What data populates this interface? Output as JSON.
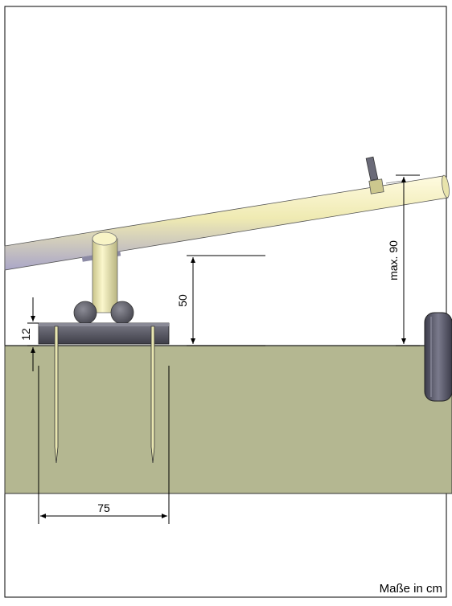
{
  "labels": {
    "dim_height_base": "12",
    "dim_height_pivot": "50",
    "dim_height_max": "max. 90",
    "dim_width_stakes": "75",
    "units_note": "Maße in cm"
  },
  "colors": {
    "ground": "#b4b791",
    "beam": "#f2f0b8",
    "base": "#5b5b66",
    "wheel": "#55556a",
    "line": "#000000"
  }
}
